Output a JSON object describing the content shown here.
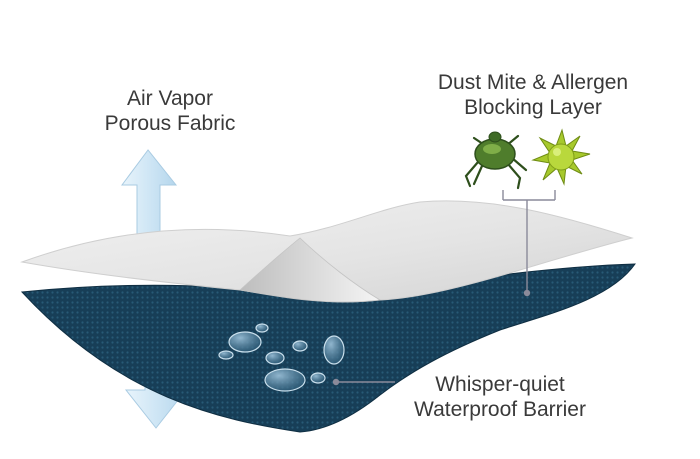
{
  "labels": {
    "air_vapor": {
      "line1": "Air Vapor",
      "line2": "Porous Fabric"
    },
    "dust_mite": {
      "line1": "Dust Mite & Allergen",
      "line2": "Blocking Layer"
    },
    "waterproof": {
      "line1": "Whisper-quiet",
      "line2": "Waterproof Barrier"
    }
  },
  "colors": {
    "label_text": "#3a3a3a",
    "top_fabric": "#e6e6e6",
    "barrier": "#173e57",
    "arrow": "#cfe6f5",
    "leader_line": "#8a8a9a",
    "mite": "#3f6b26",
    "allergen": "#a7c92c"
  },
  "icons": [
    "dust-mite-icon",
    "allergen-pollen-icon",
    "up-arrow-icon",
    "down-arrow-icon",
    "water-drops-icon"
  ]
}
